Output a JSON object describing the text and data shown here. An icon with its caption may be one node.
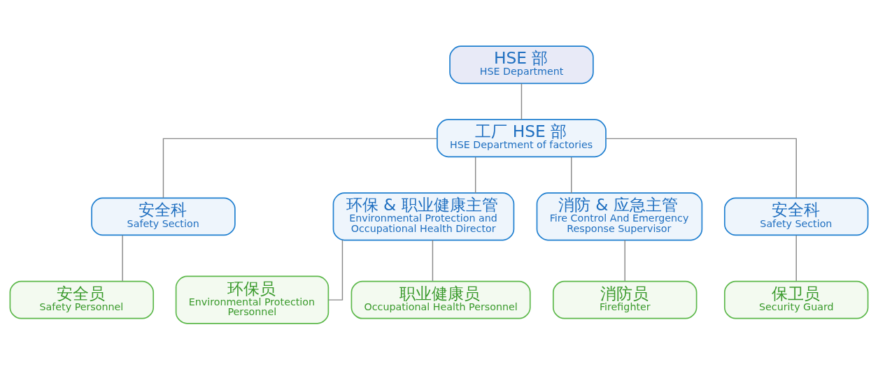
{
  "diagram": {
    "nodes": [
      {
        "text": [
          "HSE 部",
          "HSE Department"
        ]
      },
      {
        "text": [
          "工厂 HSE 部",
          "HSE Department of factories"
        ]
      },
      {
        "text": [
          "安全科",
          "Safety Section"
        ]
      },
      {
        "text": [
          "环保 & 职业健康主管",
          "Environmental Protection and Occupational Health Director"
        ]
      },
      {
        "text": [
          "消防 & 应急主管",
          "Fire Control And Emergency Response Supervisor"
        ]
      },
      {
        "text": [
          "安全科",
          "Safety Section"
        ]
      },
      {
        "text": [
          "安全员",
          "Safety Personnel"
        ]
      },
      {
        "text": [
          "环保员",
          "Environmental Protection Personnel"
        ]
      },
      {
        "text": [
          "职业健康员",
          "Occupational Health Personnel"
        ]
      },
      {
        "text": [
          "消防员",
          "Firefighter"
        ]
      },
      {
        "text": [
          "保卫员",
          "Security Guard"
        ]
      }
    ],
    "edges": [
      {
        "from": 0,
        "to": 1,
        "arrow": "none"
      },
      {
        "from": 1,
        "to": 2,
        "arrow": "none"
      },
      {
        "from": 1,
        "to": 3,
        "arrow": "none"
      },
      {
        "from": 1,
        "to": 4,
        "arrow": "none"
      },
      {
        "from": 1,
        "to": 5,
        "arrow": "none"
      },
      {
        "from": 2,
        "to": 6,
        "arrow": "none"
      },
      {
        "from": 3,
        "to": 7,
        "arrow": "none"
      },
      {
        "from": 3,
        "to": 8,
        "arrow": "none"
      },
      {
        "from": 4,
        "to": 9,
        "arrow": "none"
      },
      {
        "from": 5,
        "to": 10,
        "arrow": "none"
      }
    ]
  }
}
